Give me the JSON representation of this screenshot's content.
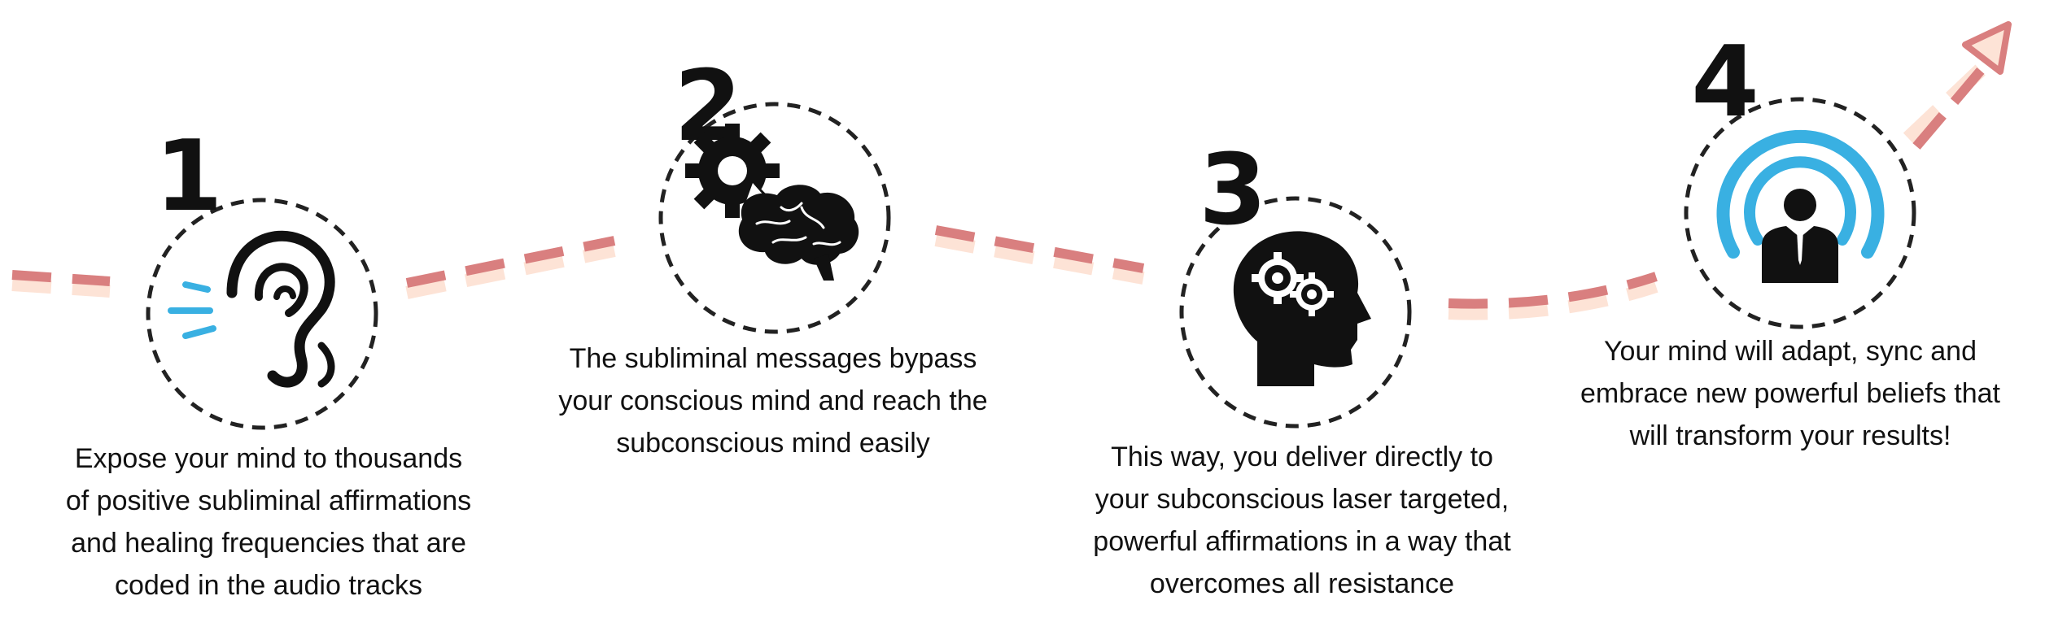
{
  "colors": {
    "dash_red": "#d97f7f",
    "dash_peach": "#fde3d6",
    "icon_black": "#111111",
    "signal_blue": "#39b0e2",
    "circle_stroke": "#222222"
  },
  "steps": [
    {
      "number": "1",
      "icon": "ear-icon",
      "lines": [
        "Expose your mind to thousands",
        "of positive subliminal affirmations",
        "and healing frequencies that are",
        "coded in the audio tracks"
      ]
    },
    {
      "number": "2",
      "icon": "brain-gear-icon",
      "lines": [
        "The subliminal messages bypass",
        "your conscious mind and reach the",
        "subconscious mind easily"
      ]
    },
    {
      "number": "3",
      "icon": "head-gears-icon",
      "lines": [
        "This way, you deliver directly to",
        "your subconscious laser targeted,",
        "powerful affirmations in a way that",
        "overcomes all resistance"
      ]
    },
    {
      "number": "4",
      "icon": "broadcast-person-icon",
      "lines": [
        "Your mind will adapt, sync and",
        "embrace new powerful beliefs that",
        "will transform your results!"
      ]
    }
  ]
}
